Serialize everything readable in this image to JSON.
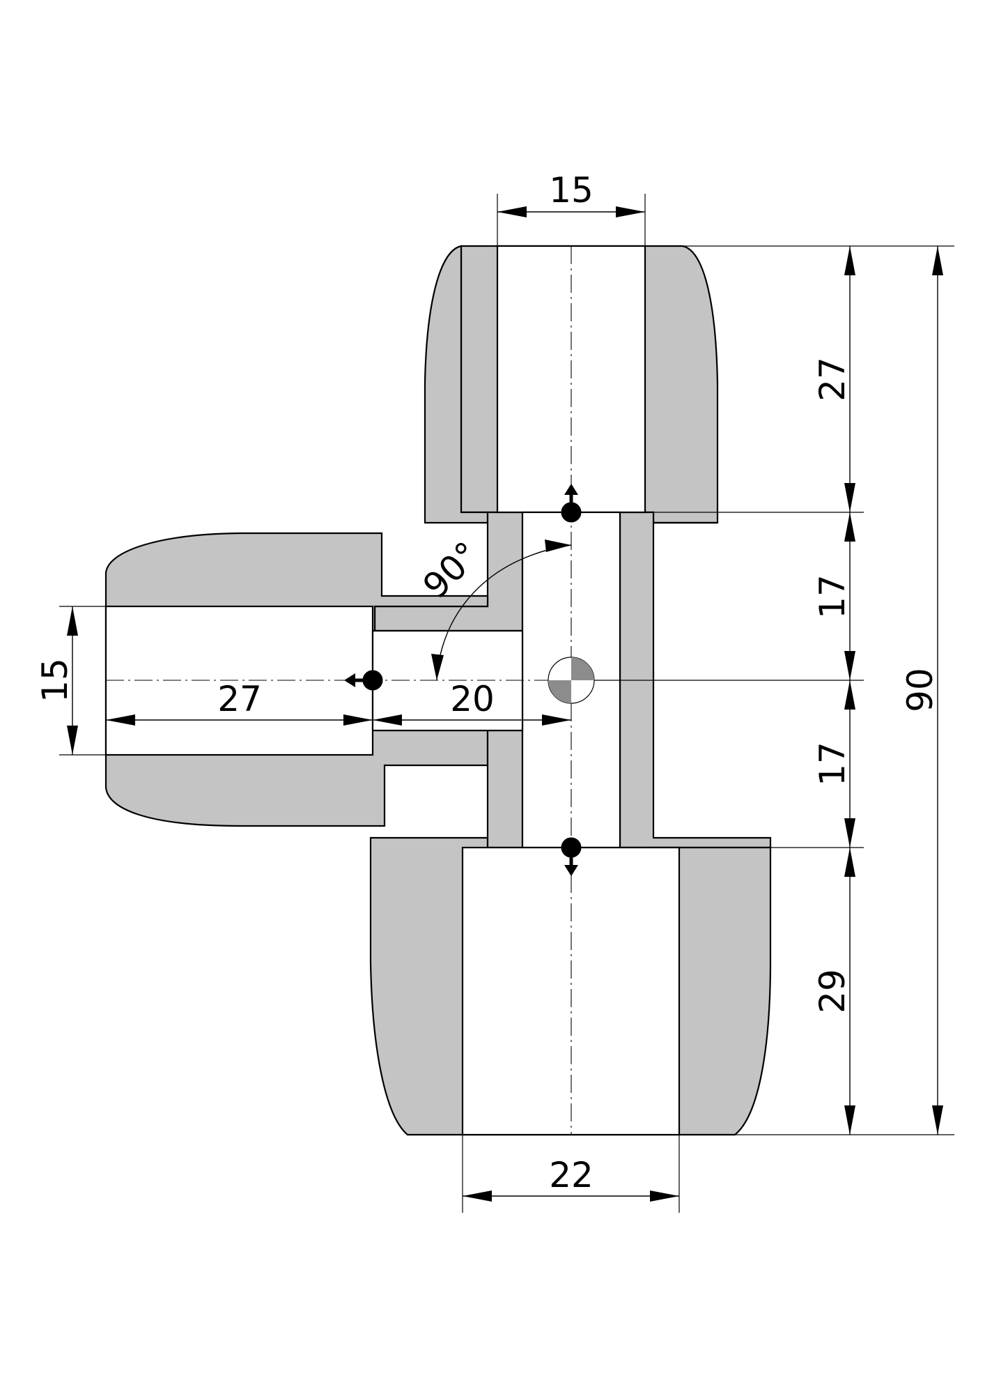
{
  "figure": {
    "kind": "technical drawing",
    "units_printed": false,
    "dimensions": {
      "top_bore_width": "15",
      "top_socket_depth": "27",
      "upper_center_offset": "17",
      "lower_center_offset": "17",
      "bottom_socket_depth": "29",
      "overall_height": "90",
      "bottom_bore_width": "22",
      "left_bore_width": "15",
      "left_socket_depth": "27",
      "side_center_offset": "20",
      "branch_angle": "90°"
    },
    "colors": {
      "body": "#c4c4c4",
      "bore": "#ffffff",
      "line": "#000000",
      "centroid_dark": "#8c8c8c"
    }
  }
}
